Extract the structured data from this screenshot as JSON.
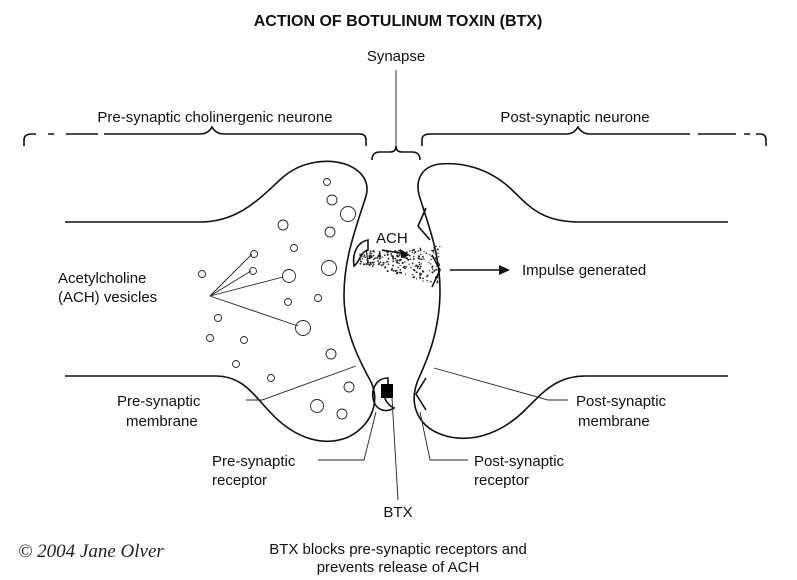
{
  "diagram": {
    "title": "ACTION OF BOTULINUM TOXIN (BTX)",
    "labels": {
      "synapse": "Synapse",
      "pre_neurone": "Pre-synaptic cholinergenic neurone",
      "post_neurone": "Post-synaptic neurone",
      "ach": "ACH",
      "impulse": "Impulse generated",
      "vesicles_line1": "Acetylcholine",
      "vesicles_line2": "(ACH) vesicles",
      "pre_membrane_line1": "Pre-synaptic",
      "pre_membrane_line2": "membrane",
      "post_membrane_line1": "Post-synaptic",
      "post_membrane_line2": "membrane",
      "pre_receptor_line1": "Pre-synaptic",
      "pre_receptor_line2": "receptor",
      "post_receptor_line1": "Post-synaptic",
      "post_receptor_line2": "receptor",
      "btx": "BTX"
    },
    "caption_line1": "BTX blocks pre-synaptic receptors and",
    "caption_line2": "prevents release of ACH",
    "copyright": "© 2004 Jane Olver"
  }
}
